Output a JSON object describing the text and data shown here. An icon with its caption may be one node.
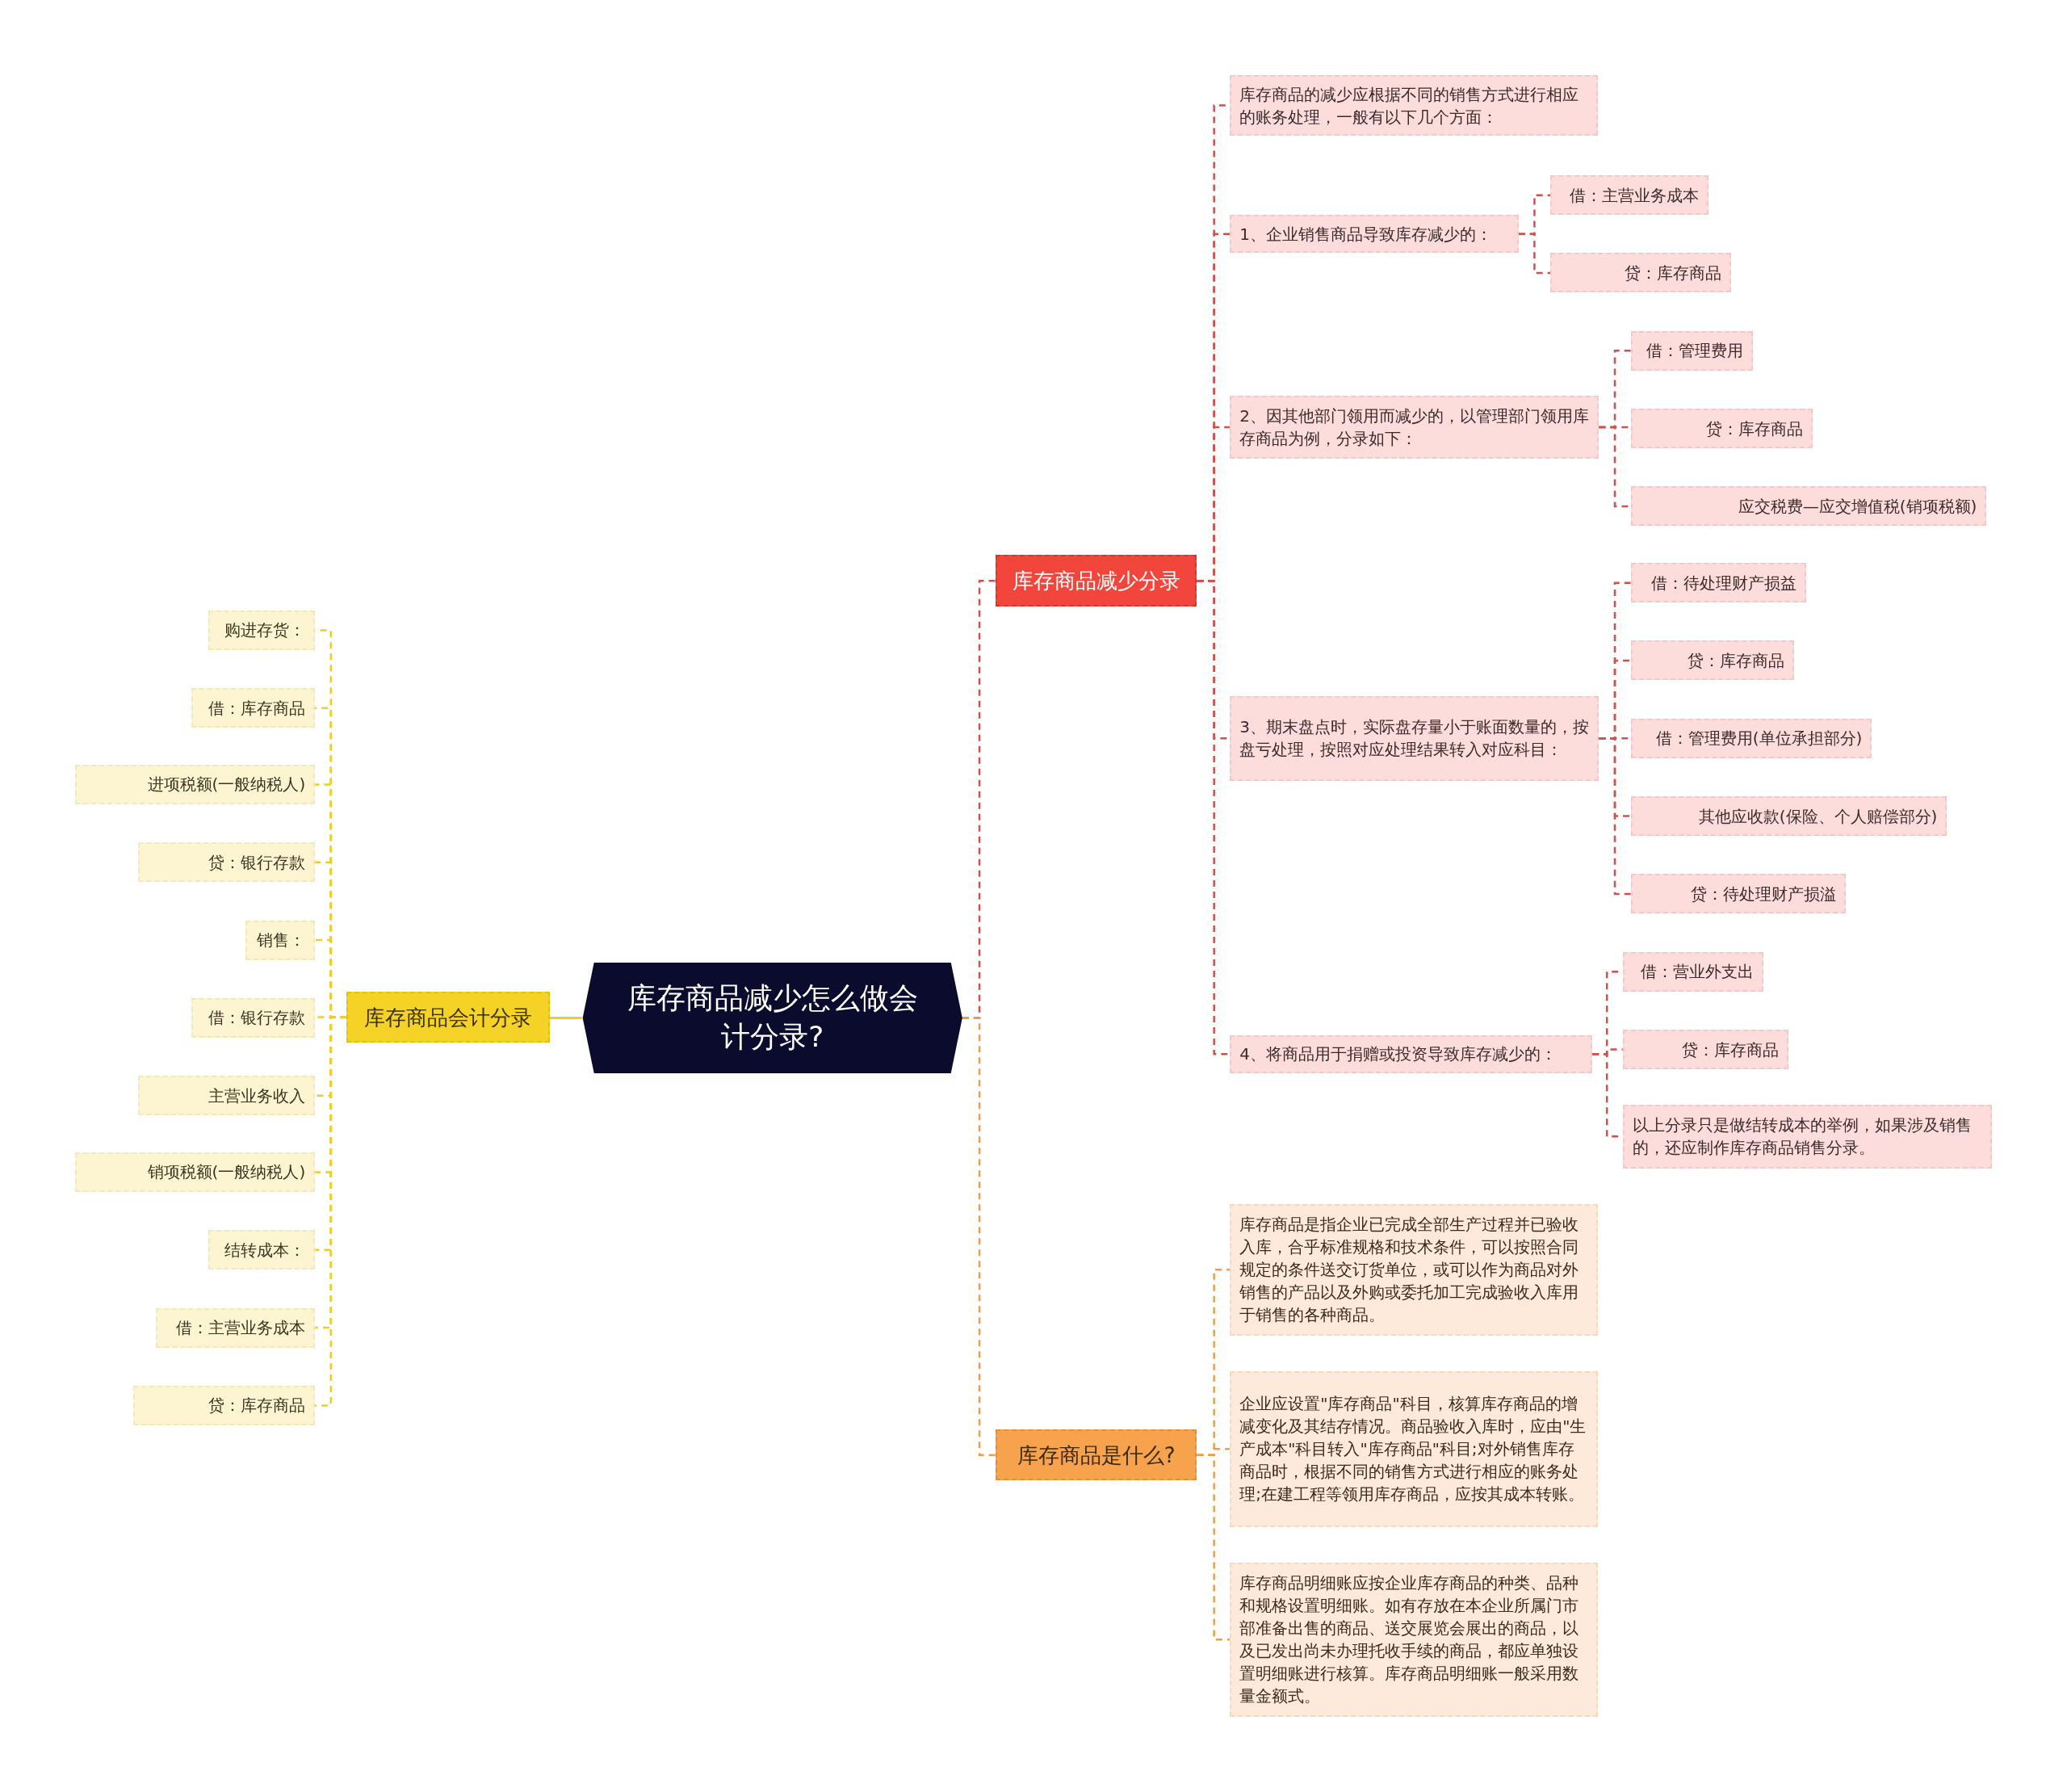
{
  "diagram": {
    "nodes": [
      {
        "text": [
          "库存商品减少怎么做会计分录?"
        ]
      },
      {
        "text": [
          "库存商品减少分录"
        ]
      },
      {
        "text": [
          "库存商品的减少应根据不同的销售方式进行相应的账务处理，一般有以下几个方面："
        ]
      },
      {
        "text": [
          "1、企业销售商品导致库存减少的："
        ]
      },
      {
        "text": [
          "借：主营业务成本"
        ]
      },
      {
        "text": [
          "贷：库存商品"
        ]
      },
      {
        "text": [
          "2、因其他部门领用而减少的，以管理部门领用库存商品为例，分录如下："
        ]
      },
      {
        "text": [
          "借：管理费用"
        ]
      },
      {
        "text": [
          "贷：库存商品"
        ]
      },
      {
        "text": [
          "应交税费—应交增值税(销项税额)"
        ]
      },
      {
        "text": [
          "3、期末盘点时，实际盘存量小于账面数量的，按盘亏处理，按照对应处理结果转入对应科目："
        ]
      },
      {
        "text": [
          "借：待处理财产损益"
        ]
      },
      {
        "text": [
          "贷：库存商品"
        ]
      },
      {
        "text": [
          "借：管理费用(单位承担部分)"
        ]
      },
      {
        "text": [
          "其他应收款(保险、个人赔偿部分)"
        ]
      },
      {
        "text": [
          "贷：待处理财产损溢"
        ]
      },
      {
        "text": [
          "4、将商品用于捐赠或投资导致库存减少的："
        ]
      },
      {
        "text": [
          "借：营业外支出"
        ]
      },
      {
        "text": [
          "贷：库存商品"
        ]
      },
      {
        "text": [
          "以上分录只是做结转成本的举例，如果涉及销售的，还应制作库存商品销售分录。"
        ]
      },
      {
        "text": [
          "库存商品是什么?"
        ]
      },
      {
        "text": [
          "库存商品是指企业已完成全部生产过程并已验收入库，合乎标准规格和技术条件，可以按照合同规定的条件送交订货单位，或可以作为商品对外销售的产品以及外购或委托加工完成验收入库用于销售的各种商品。"
        ]
      },
      {
        "text": [
          "企业应设置\"库存商品\"科目，核算库存商品的增减变化及其结存情况。商品验收入库时，应由\"生产成本\"科目转入\"库存商品\"科目;对外销售库存商品时，根据不同的销售方式进行相应的账务处理;在建工程等领用库存商品，应按其成本转账。"
        ]
      },
      {
        "text": [
          "库存商品明细账应按企业库存商品的种类、品种和规格设置明细账。如有存放在本企业所属门市部准备出售的商品、送交展览会展出的商品，以及已发出尚未办理托收手续的商品，都应单独设置明细账进行核算。库存商品明细账一般采用数量金额式。"
        ]
      },
      {
        "text": [
          "库存商品会计分录"
        ]
      },
      {
        "text": [
          "购进存货："
        ]
      },
      {
        "text": [
          "借：库存商品"
        ]
      },
      {
        "text": [
          "进项税额(一般纳税人)"
        ]
      },
      {
        "text": [
          "贷：银行存款"
        ]
      },
      {
        "text": [
          "销售："
        ]
      },
      {
        "text": [
          "借：银行存款"
        ]
      },
      {
        "text": [
          "主营业务收入"
        ]
      },
      {
        "text": [
          "销项税额(一般纳税人)"
        ]
      },
      {
        "text": [
          "结转成本："
        ]
      },
      {
        "text": [
          "借：主营业务成本"
        ]
      },
      {
        "text": [
          "贷：库存商品"
        ]
      }
    ],
    "edges": [
      {
        "from": 0,
        "to": 1,
        "arrow": "none",
        "style": "dashed"
      },
      {
        "from": 1,
        "to": 2,
        "arrow": "none",
        "style": "dashed"
      },
      {
        "from": 1,
        "to": 3,
        "arrow": "none",
        "style": "dashed"
      },
      {
        "from": 3,
        "to": 4,
        "arrow": "none",
        "style": "dashed"
      },
      {
        "from": 3,
        "to": 5,
        "arrow": "none",
        "style": "dashed"
      },
      {
        "from": 1,
        "to": 6,
        "arrow": "none",
        "style": "dashed"
      },
      {
        "from": 6,
        "to": 7,
        "arrow": "none",
        "style": "dashed"
      },
      {
        "from": 6,
        "to": 8,
        "arrow": "none",
        "style": "dashed"
      },
      {
        "from": 6,
        "to": 9,
        "arrow": "none",
        "style": "dashed"
      },
      {
        "from": 1,
        "to": 10,
        "arrow": "none",
        "style": "dashed"
      },
      {
        "from": 10,
        "to": 11,
        "arrow": "none",
        "style": "dashed"
      },
      {
        "from": 10,
        "to": 12,
        "arrow": "none",
        "style": "dashed"
      },
      {
        "from": 10,
        "to": 13,
        "arrow": "none",
        "style": "dashed"
      },
      {
        "from": 10,
        "to": 14,
        "arrow": "none",
        "style": "dashed"
      },
      {
        "from": 10,
        "to": 15,
        "arrow": "none",
        "style": "dashed"
      },
      {
        "from": 1,
        "to": 16,
        "arrow": "none",
        "style": "dashed"
      },
      {
        "from": 16,
        "to": 17,
        "arrow": "none",
        "style": "dashed"
      },
      {
        "from": 16,
        "to": 18,
        "arrow": "none",
        "style": "dashed"
      },
      {
        "from": 16,
        "to": 19,
        "arrow": "none",
        "style": "dashed"
      },
      {
        "from": 0,
        "to": 20,
        "arrow": "none",
        "style": "dashed",
        "color": "#e8a050"
      },
      {
        "from": 20,
        "to": 21,
        "arrow": "none",
        "style": "dashed",
        "color": "#e8a050"
      },
      {
        "from": 20,
        "to": 22,
        "arrow": "none",
        "style": "dashed",
        "color": "#e8a050"
      },
      {
        "from": 20,
        "to": 23,
        "arrow": "none",
        "style": "dashed",
        "color": "#e8a050"
      },
      {
        "from": 0,
        "to": 24,
        "arrow": "none",
        "color": "#f0cc2a"
      },
      {
        "from": 24,
        "to": 25,
        "arrow": "none",
        "style": "dashed",
        "color": "#f0cc2a"
      },
      {
        "from": 24,
        "to": 26,
        "arrow": "none",
        "style": "dashed",
        "color": "#f0cc2a"
      },
      {
        "from": 24,
        "to": 27,
        "arrow": "none",
        "style": "dashed",
        "color": "#f0cc2a"
      },
      {
        "from": 24,
        "to": 28,
        "arrow": "none",
        "style": "dashed",
        "color": "#f0cc2a"
      },
      {
        "from": 24,
        "to": 29,
        "arrow": "none",
        "style": "dashed",
        "color": "#f0cc2a"
      },
      {
        "from": 24,
        "to": 30,
        "arrow": "none",
        "style": "dashed",
        "color": "#f0cc2a"
      },
      {
        "from": 24,
        "to": 31,
        "arrow": "none",
        "style": "dashed",
        "color": "#f0cc2a"
      },
      {
        "from": 24,
        "to": 32,
        "arrow": "none",
        "style": "dashed",
        "color": "#f0cc2a"
      },
      {
        "from": 24,
        "to": 33,
        "arrow": "none",
        "style": "dashed",
        "color": "#f0cc2a"
      },
      {
        "from": 24,
        "to": 34,
        "arrow": "none",
        "style": "dashed",
        "color": "#f0cc2a"
      },
      {
        "from": 24,
        "to": 35,
        "arrow": "none",
        "style": "dashed",
        "color": "#f0cc2a"
      }
    ]
  }
}
